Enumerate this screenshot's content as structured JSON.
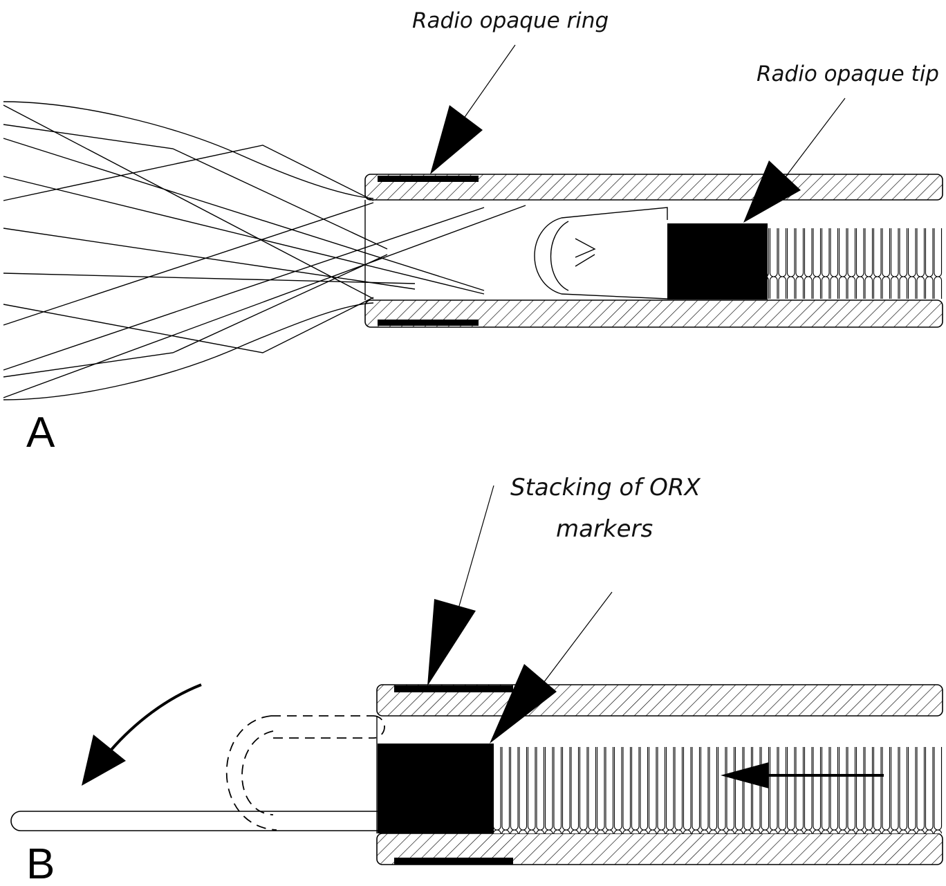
{
  "panels": [
    {
      "letter": "A",
      "labels": {
        "ring": "Radio opaque ring",
        "tip": "Radio opaque tip"
      }
    },
    {
      "letter": "B",
      "labels": {
        "stacking_line1": "Stacking of ORX",
        "stacking_line2": "markers"
      }
    }
  ]
}
